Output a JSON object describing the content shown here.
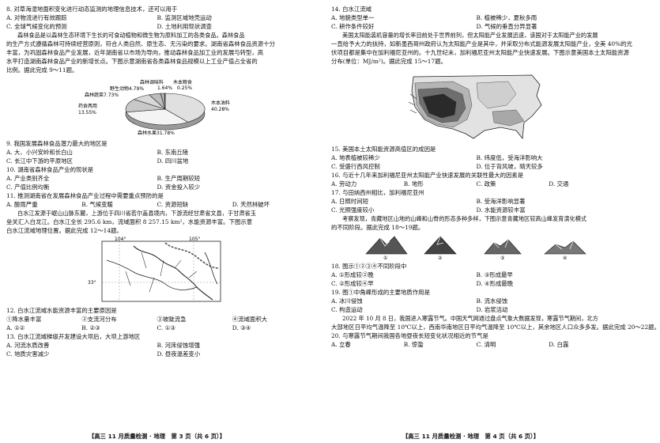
{
  "left": {
    "q8": {
      "stem": "8. 对草海湿地面积变化进行动态监测的地理信息技术，还可以用于",
      "options": [
        "A. 对物流进行有效跟踪",
        "B. 监测区域地壳运动",
        "C. 全球气候变化的预测",
        "D. 土地利用现状调查"
      ]
    },
    "material1": [
      "森林食品是以森林生态环境下生长的可食动植物和微生物为原料加工的各类食品。森林食品",
      "的生产方式遵循森林可持续经营原则，符合人类自然、原生态、无污染的要求。湖南省森林食品资源十分",
      "丰富，为巩固森林食品产业发展，近年湖南省以市场为导向，推动森林食品加工业的发展与转型，高",
      "水平打造湖南森林食品产业的新增长点。下图示意湖南省各类森林食品规模以上工业产值占全省的",
      "比例。据此完成 9～11题。"
    ],
    "pie_labels": {
      "tea": "森林调味料",
      "tea_pct": "1.64%",
      "grain": "木本粮食",
      "grain_pct": "0.25%",
      "wild": "野生动物4.79%",
      "veg": "森林蔬菜7.73%",
      "drink": "药食两用",
      "drink_pct": "13.55%",
      "oil": "木本油料",
      "oil_pct": "40.28%",
      "fruit": "森林水果31.78%"
    },
    "pie_values": [
      40.28,
      31.78,
      13.55,
      7.73,
      4.79,
      1.64,
      0.25
    ],
    "q9": {
      "stem": "9. 我国发展森林食品潜力最大的地区是",
      "options": [
        "A. 大、小兴安岭和长白山",
        "B. 东南丘陵",
        "C. 长江中下游的平原地区",
        "D. 四川盆地"
      ]
    },
    "q10": {
      "stem": "10. 湖南省森林食品产业的现状是",
      "options": [
        "A. 产业类别齐全",
        "B. 生产周期较短",
        "C. 产值比例均衡",
        "D. 资金投入较少"
      ]
    },
    "q11": {
      "stem": "11. 推测湖南省在发展森林食品产业过程中需要重点预防的是",
      "options": [
        "A. 酸雨严重",
        "B. 气候变暖",
        "C. 资源短缺",
        "D. 天然林破坏"
      ]
    },
    "material2": [
      "白水江发源于岷山山脉东麓，上游位于四川省若尔盖县境内，下游流经甘肃省文县，于甘肃省玉",
      "垒关汇入白龙江。白水江全长 295.6 km，流域面积 8 257.15 km²，水能资源丰富。下图示意",
      "白水江流域地理位置。据此完成 12～14题。"
    ],
    "map_labels": {
      "lon1": "104°",
      "lon2": "105°",
      "lat": "33°"
    },
    "q12": {
      "stem": "12. 白水江流域水能资源丰富的主要原因是",
      "subs": [
        "①降水量丰富",
        "②支流河分布",
        "③坡陡流急",
        "④流域面积大"
      ],
      "options": [
        "A. ①②",
        "B. ②③",
        "C. ①③",
        "D. ③④"
      ]
    },
    "q13": {
      "stem": "13. 白水江流域梯级开发建设大坝后，大坝上游地区",
      "options": [
        "A. 河流水质改善",
        "B. 河床侵蚀增强",
        "C. 地质灾害减少",
        "D. 昼夜温差变小"
      ]
    },
    "footer": "【高三 11 月质量检测 · 地理　第 3 页（共 6 页）】"
  },
  "right": {
    "q14": {
      "stem": "14. 白水江流域",
      "options": [
        "A. 地貌类型单一",
        "B. 植被稀少，夏秋多雨",
        "C. 耕作条件较好",
        "D. 气候的垂直分异显著"
      ]
    },
    "material3": [
      "美国太阳能装机容量的增长率目前处于世界前列，但太阳能产业发展迅速，该国对于太阳能产业的发展",
      "一直给予大力的扶持，如新墨西哥州政府认为太阳能产业是其中，并采取分布式能源发展太阳能产业，全美 40%的光",
      "伏项目都是集中在加利福尼亚州的。十九世纪末，加利福尼亚州太阳能产业快速发展。下图示意美国本土太阳能资源",
      "分布(单位：MJ/m²)。据此完成 15～17题。"
    ],
    "q15": {
      "stem": "15. 美国本土太阳能资源高值区的成因是",
      "options": [
        "A. 地表植被较稀少",
        "B. 纬度低，受海洋影响大",
        "C. 受盛行西风控制",
        "D. 位于背风坡，晴天较多"
      ]
    },
    "q16": {
      "stem": "16. 与近十几年来加利福尼亚州太阳能产业快速发展的关联性最大的因素是",
      "options": [
        "A. 劳动力",
        "B. 地形",
        "C. 政策",
        "D. 交通"
      ]
    },
    "q17": {
      "stem": "17. 与田纳西州相比，加利福尼亚州",
      "options": [
        "A. 日照时间短",
        "B. 受海洋影响显著",
        "C. 光照强度较小",
        "D. 水能资源较丰富"
      ]
    },
    "material4": [
      "考察发现，青藏地区山地的山峰和山脊的形态多种多样，下图示意青藏地区较高山峰发育演化模式",
      "的不同阶段。据此完成 18～19题。"
    ],
    "mountain_labels": [
      "①",
      "②",
      "③",
      "④"
    ],
    "q18": {
      "stem": "18. 图示①②③④不同阶段中",
      "options": [
        "A. ①形成较②晚",
        "B. ③形成最早",
        "C. ②形成较④早",
        "D. ④形成最晚"
      ]
    },
    "q19": {
      "stem": "19. 图①中角峰形成的主要地质作用是",
      "options": [
        "A. 冰川侵蚀",
        "B. 流水侵蚀",
        "C. 构造运动",
        "D. 岩浆活动"
      ]
    },
    "material5": [
      "2022 年 10 月 8 日，我国进入寒露节气。中国天气网通过盘点气象大数据发现，寒露节气期间，北方",
      "大部地区日平均气温降至 10℃以上，西南华南地区日平均气温降至 10℃以上，其余地区人口众多多发。据此完成 20～22题。"
    ],
    "q20": {
      "stem": "20. 与寒露节气期间我国各地昼夜长短变化状况相近的节气是",
      "options": [
        "A. 立春",
        "B. 惊蛰",
        "C. 清明",
        "D. 白露"
      ]
    },
    "footer": "【高三 11 月质量检测 · 地理　第 4 页（共 6 页）】"
  }
}
